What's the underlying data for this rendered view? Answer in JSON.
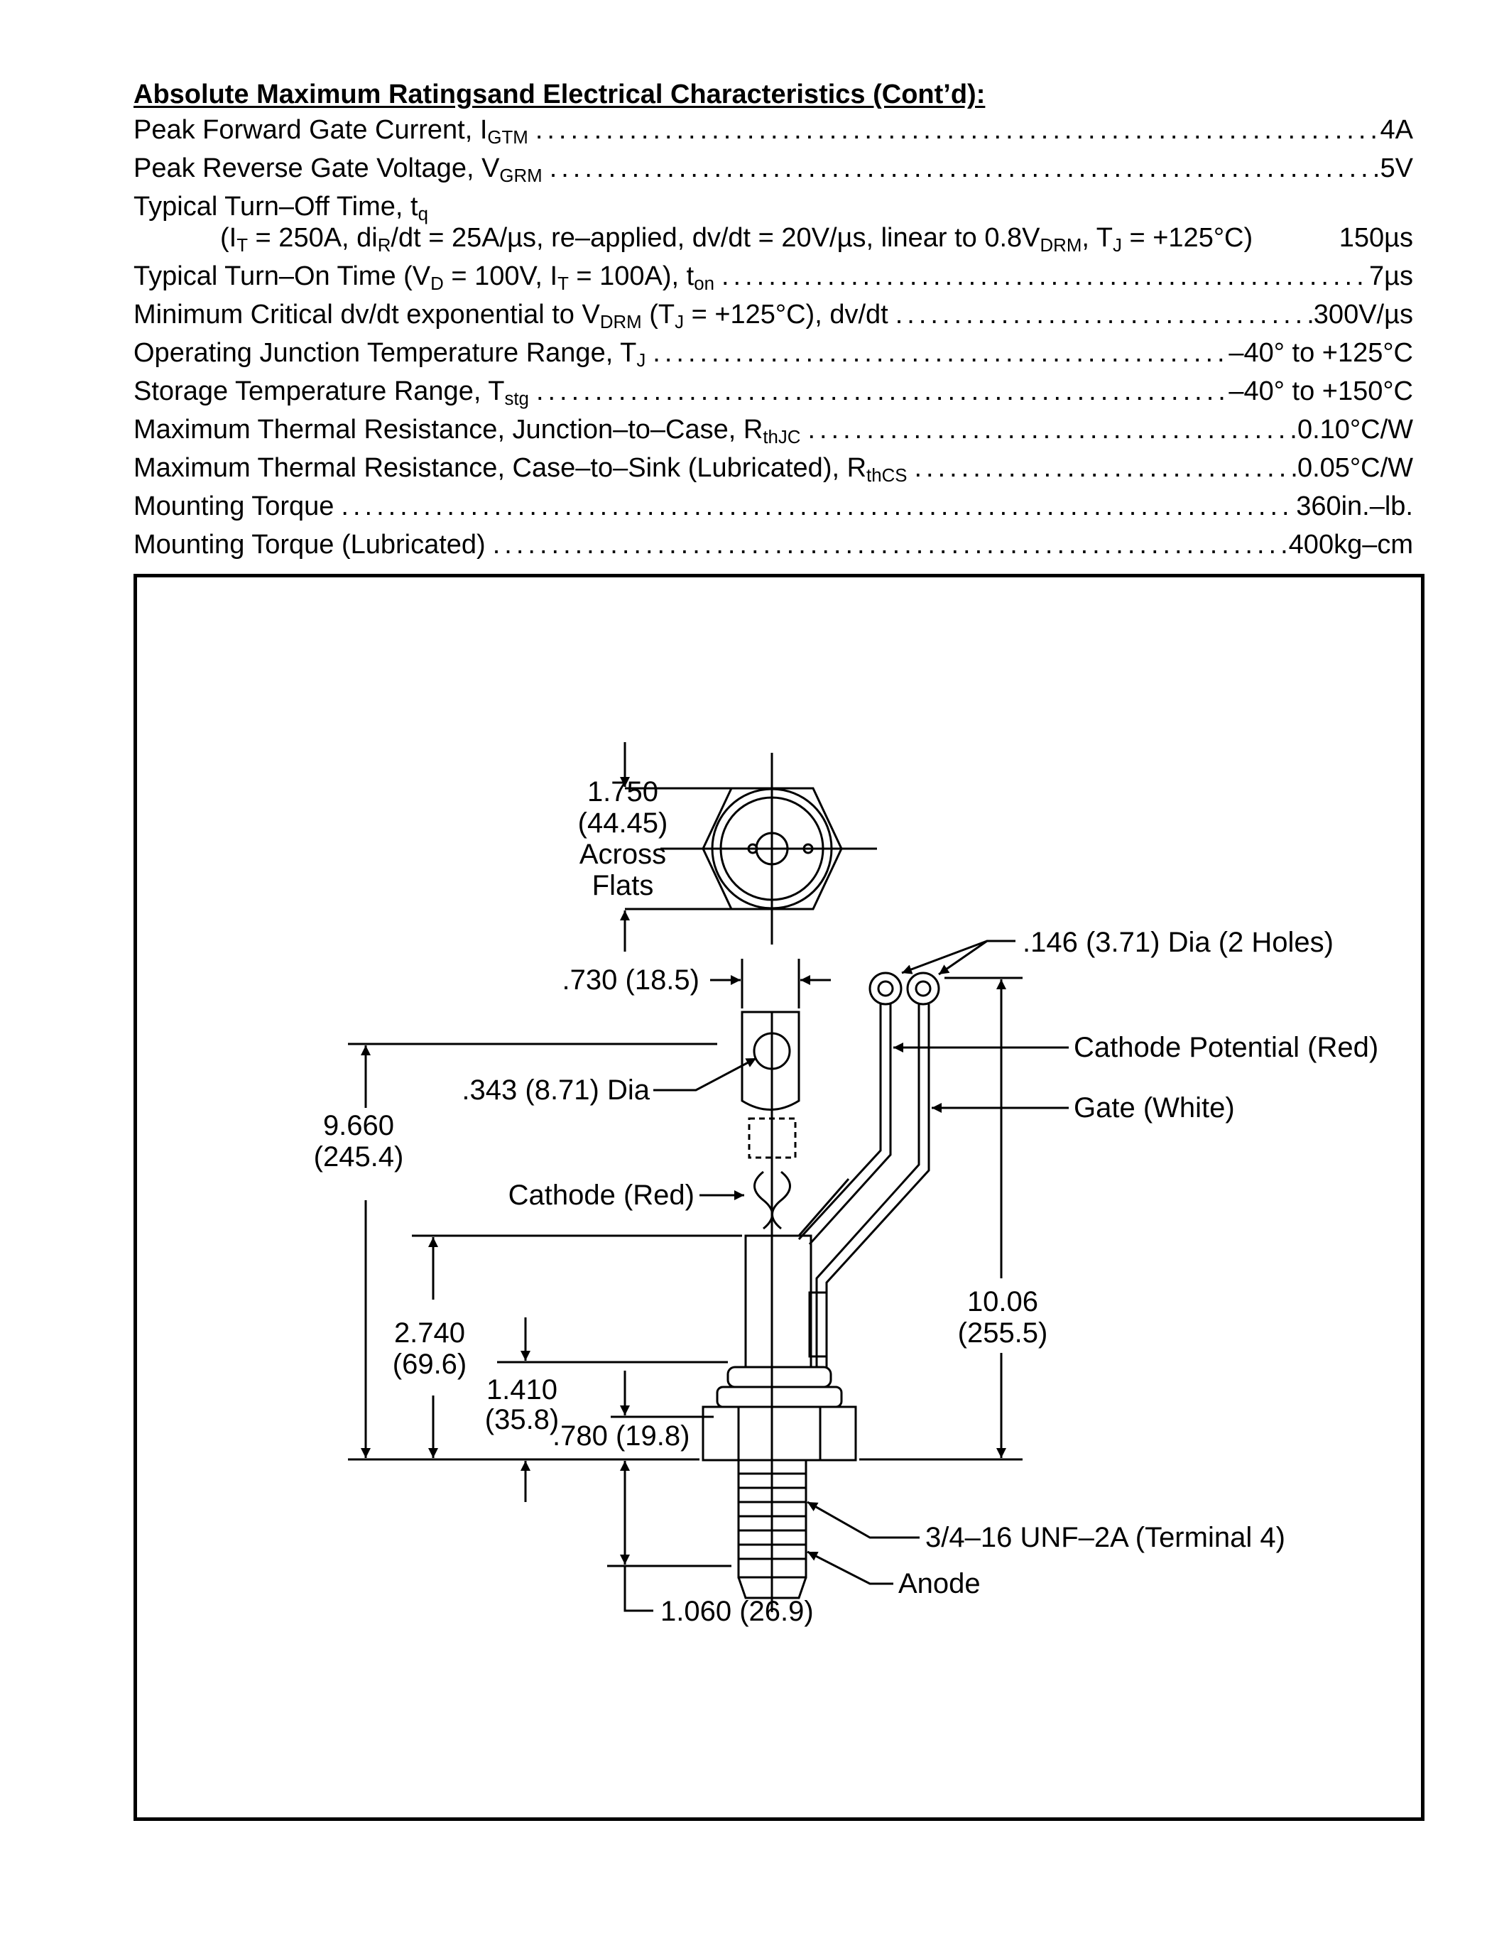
{
  "heading": "Absolute Maximum Ratingsand Electrical Characteristics (Cont’d):",
  "ratings": [
    {
      "label": "Peak Forward Gate Current, I",
      "sub": "GTM",
      "label_after": "",
      "value": "4A"
    },
    {
      "label": "Peak Reverse Gate Voltage, V",
      "sub": "GRM",
      "label_after": "",
      "value": "5V"
    },
    {
      "label": "Typical Turn–Off Time, t",
      "sub": "q",
      "label_after": "",
      "value": ""
    },
    {
      "label": "(I",
      "sub": "T",
      "label_after": " = 250A, di",
      "sub2": "R",
      "label_after2": "/dt = 25A/µs, re–applied, dv/dt = 20V/µs, linear to 0.8V",
      "sub3": "DRM",
      "label_after3": ", T",
      "sub4": "J",
      "label_after4": " = +125°C)",
      "value": "150µs"
    },
    {
      "label": "Typical Turn–On Time (V",
      "sub": "D",
      "label_after": " = 100V, I",
      "sub2": "T",
      "label_after2": " = 100A), t",
      "sub3": "on",
      "value": "7µs"
    },
    {
      "label": "Minimum Critical dv/dt exponential to V",
      "sub": "DRM",
      "label_after": " (T",
      "sub2": "J",
      "label_after2": " = +125°C), dv/dt",
      "value": "300V/µs"
    },
    {
      "label": "Operating Junction Temperature Range, T",
      "sub": "J",
      "label_after": "",
      "value": "–40° to +125°C"
    },
    {
      "label": "Storage Temperature Range, T",
      "sub": "stg",
      "label_after": "",
      "value": "–40° to +150°C"
    },
    {
      "label": "Maximum Thermal Resistance, Junction–to–Case, R",
      "sub": "thJC",
      "label_after": "",
      "value": "0.10°C/W"
    },
    {
      "label": "Maximum Thermal Resistance, Case–to–Sink (Lubricated), R",
      "sub": "thCS",
      "label_after": "",
      "value": "0.05°C/W"
    },
    {
      "label": "Mounting Torque",
      "sub": "",
      "label_after": "",
      "value": "360in.–lb."
    },
    {
      "label": "Mounting Torque (Lubricated)",
      "sub": "",
      "label_after": "",
      "value": "400kg–cm"
    }
  ],
  "drawing": {
    "across_flats": [
      "1.750",
      "(44.45)",
      "Across",
      "Flats"
    ],
    "hole_dia": ".146 (3.71) Dia (2 Holes)",
    "lug_width": ".730 (18.5)",
    "lug_hole": ".343 (8.71) Dia",
    "overall_left": [
      "9.660",
      "(245.4)"
    ],
    "cathode_potential": "Cathode Potential (Red)",
    "gate": "Gate (White)",
    "cathode": "Cathode (Red)",
    "body_height": [
      "2.740",
      "(69.6)"
    ],
    "overall_right": [
      "10.06",
      "(255.5)"
    ],
    "hex_height": [
      "1.410",
      "(35.8)"
    ],
    "hex_height2": ".780 (19.8)",
    "thread": "3/4–16 UNF–2A (Terminal 4)",
    "anode": "Anode",
    "stud_length": "1.060 (26.9)"
  }
}
